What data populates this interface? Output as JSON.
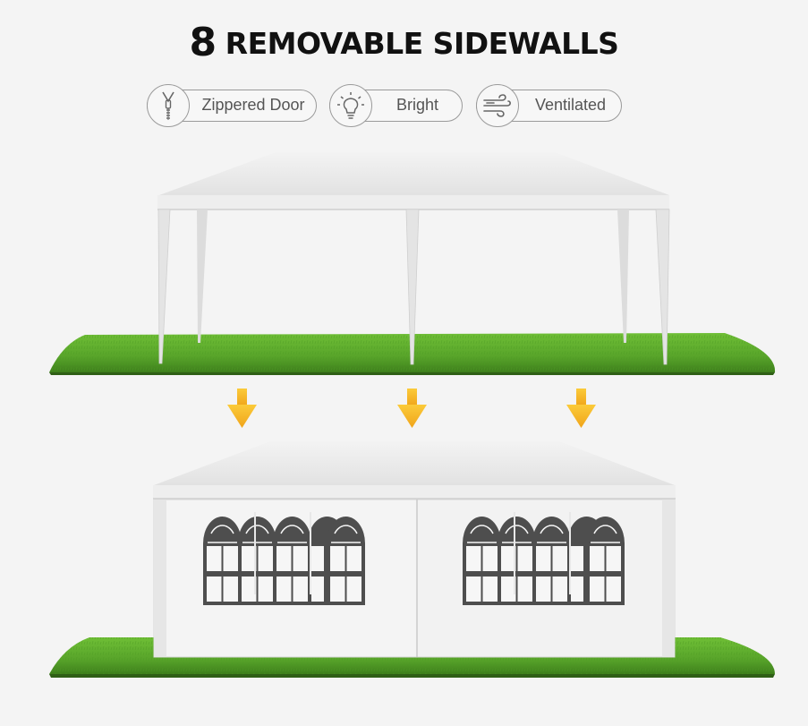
{
  "title": {
    "number": "8",
    "text": "REMOVABLE SIDEWALLS"
  },
  "features": [
    {
      "label": "Zippered Door",
      "icon": "zipper-icon"
    },
    {
      "label": "Bright",
      "icon": "lightbulb-icon"
    },
    {
      "label": "Ventilated",
      "icon": "wind-icon"
    }
  ],
  "colors": {
    "arrow": "#f6b71e",
    "grass": "#5fae2c",
    "canopy": "#ededed",
    "window_frame": "#4a4a4a"
  }
}
